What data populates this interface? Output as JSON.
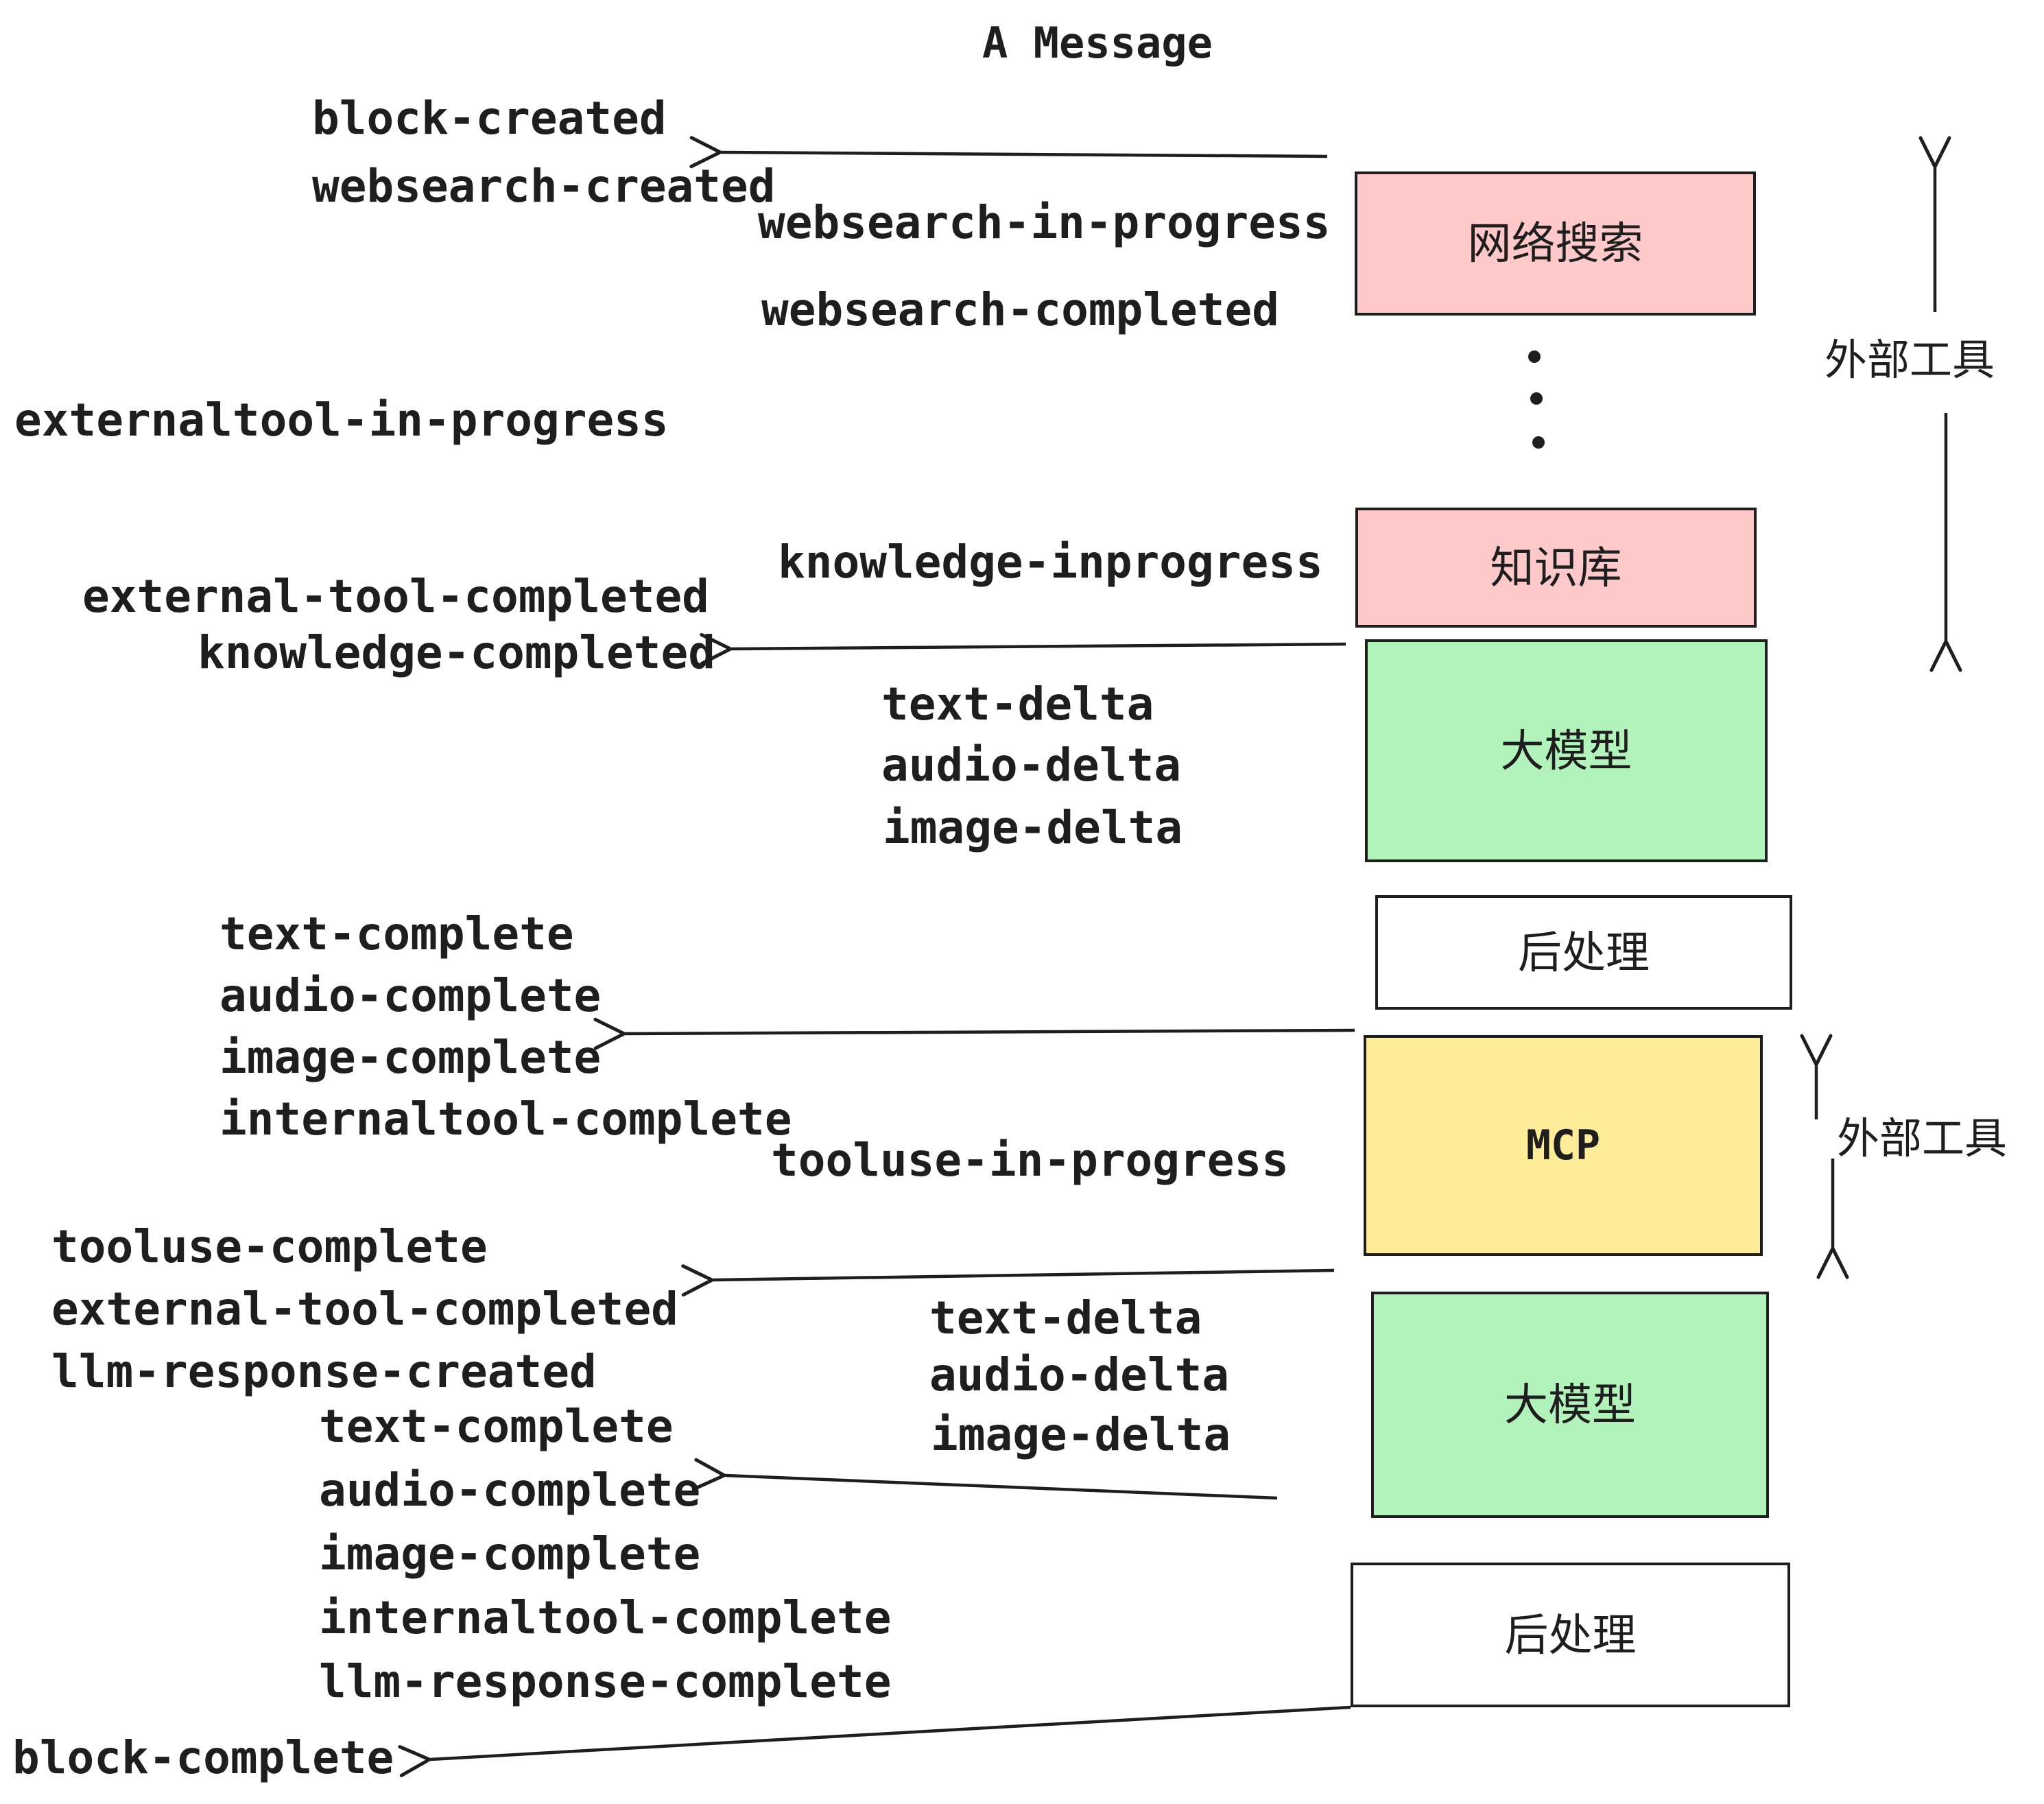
{
  "title": "A Message",
  "colors": {
    "ink": "#1e1e1e",
    "pink": "#ffc9c9",
    "green": "#b2f2bb",
    "yellow": "#ffec99",
    "white": "#ffffff"
  },
  "boxes": {
    "websearch": "网络搜索",
    "knowledge": "知识库",
    "llm1": "大模型",
    "post1": "后处理",
    "mcp": "MCP",
    "llm2": "大模型",
    "post2": "后处理"
  },
  "side_labels": {
    "external_tools_top": "外部工具",
    "external_tools_bottom": "外部工具"
  },
  "events": {
    "block_created": "block-created",
    "websearch_created": "websearch-created",
    "websearch_in_progress": "websearch-in-progress",
    "websearch_completed": "websearch-completed",
    "externaltool_in_progress": "externaltool-in-progress",
    "knowledge_inprogress": "knowledge-inprogress",
    "external_tool_completed_1": "external-tool-completed",
    "knowledge_completed": "knowledge-completed",
    "text_delta_1": "text-delta",
    "audio_delta_1": "audio-delta",
    "image_delta_1": "image-delta",
    "text_complete_1": "text-complete",
    "audio_complete_1": "audio-complete",
    "image_complete_1": "image-complete",
    "internaltool_complete_1": "internaltool-complete",
    "tooluse_in_progress": "tooluse-in-progress",
    "tooluse_complete": "tooluse-complete",
    "external_tool_completed_2": "external-tool-completed",
    "llm_response_created": "llm-response-created",
    "text_complete_2": "text-complete",
    "audio_complete_2": "audio-complete",
    "image_complete_2": "image-complete",
    "internaltool_complete_2": "internaltool-complete",
    "llm_response_complete": "llm-response-complete",
    "block_complete": "block-complete"
  }
}
